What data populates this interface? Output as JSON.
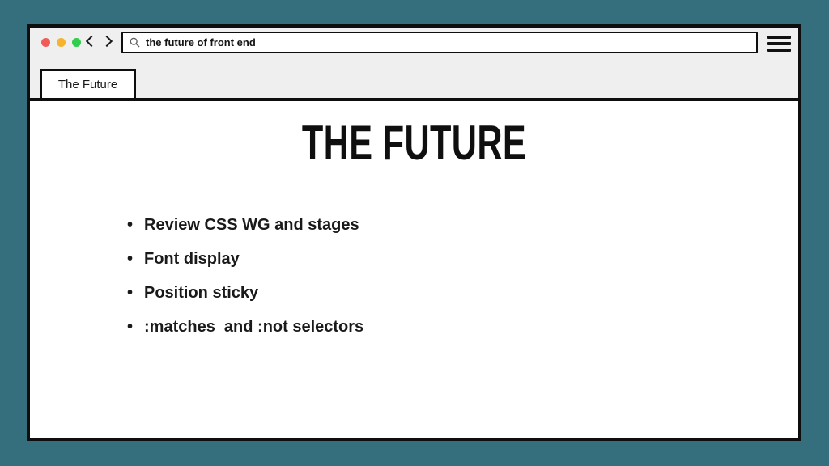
{
  "theme": {
    "background": "#356e7c",
    "window_border": "#0e0e0e",
    "chrome_bg": "#efefef",
    "content_bg": "#ffffff",
    "text_color": "#1a1a1a",
    "dot_red": "#f15b57",
    "dot_yellow": "#f5b32e",
    "dot_green": "#2fce4c"
  },
  "browser": {
    "window_controls": [
      "close",
      "minimize",
      "maximize"
    ],
    "nav": {
      "back": "back",
      "forward": "forward"
    },
    "address_bar": {
      "value": "the future of front end"
    },
    "menu": "hamburger",
    "tab_label": "The Future"
  },
  "slide": {
    "title": "THE FUTURE",
    "bullets": [
      "Review CSS WG and stages",
      "Font display",
      "Position sticky",
      ":matches  and :not selectors"
    ]
  }
}
